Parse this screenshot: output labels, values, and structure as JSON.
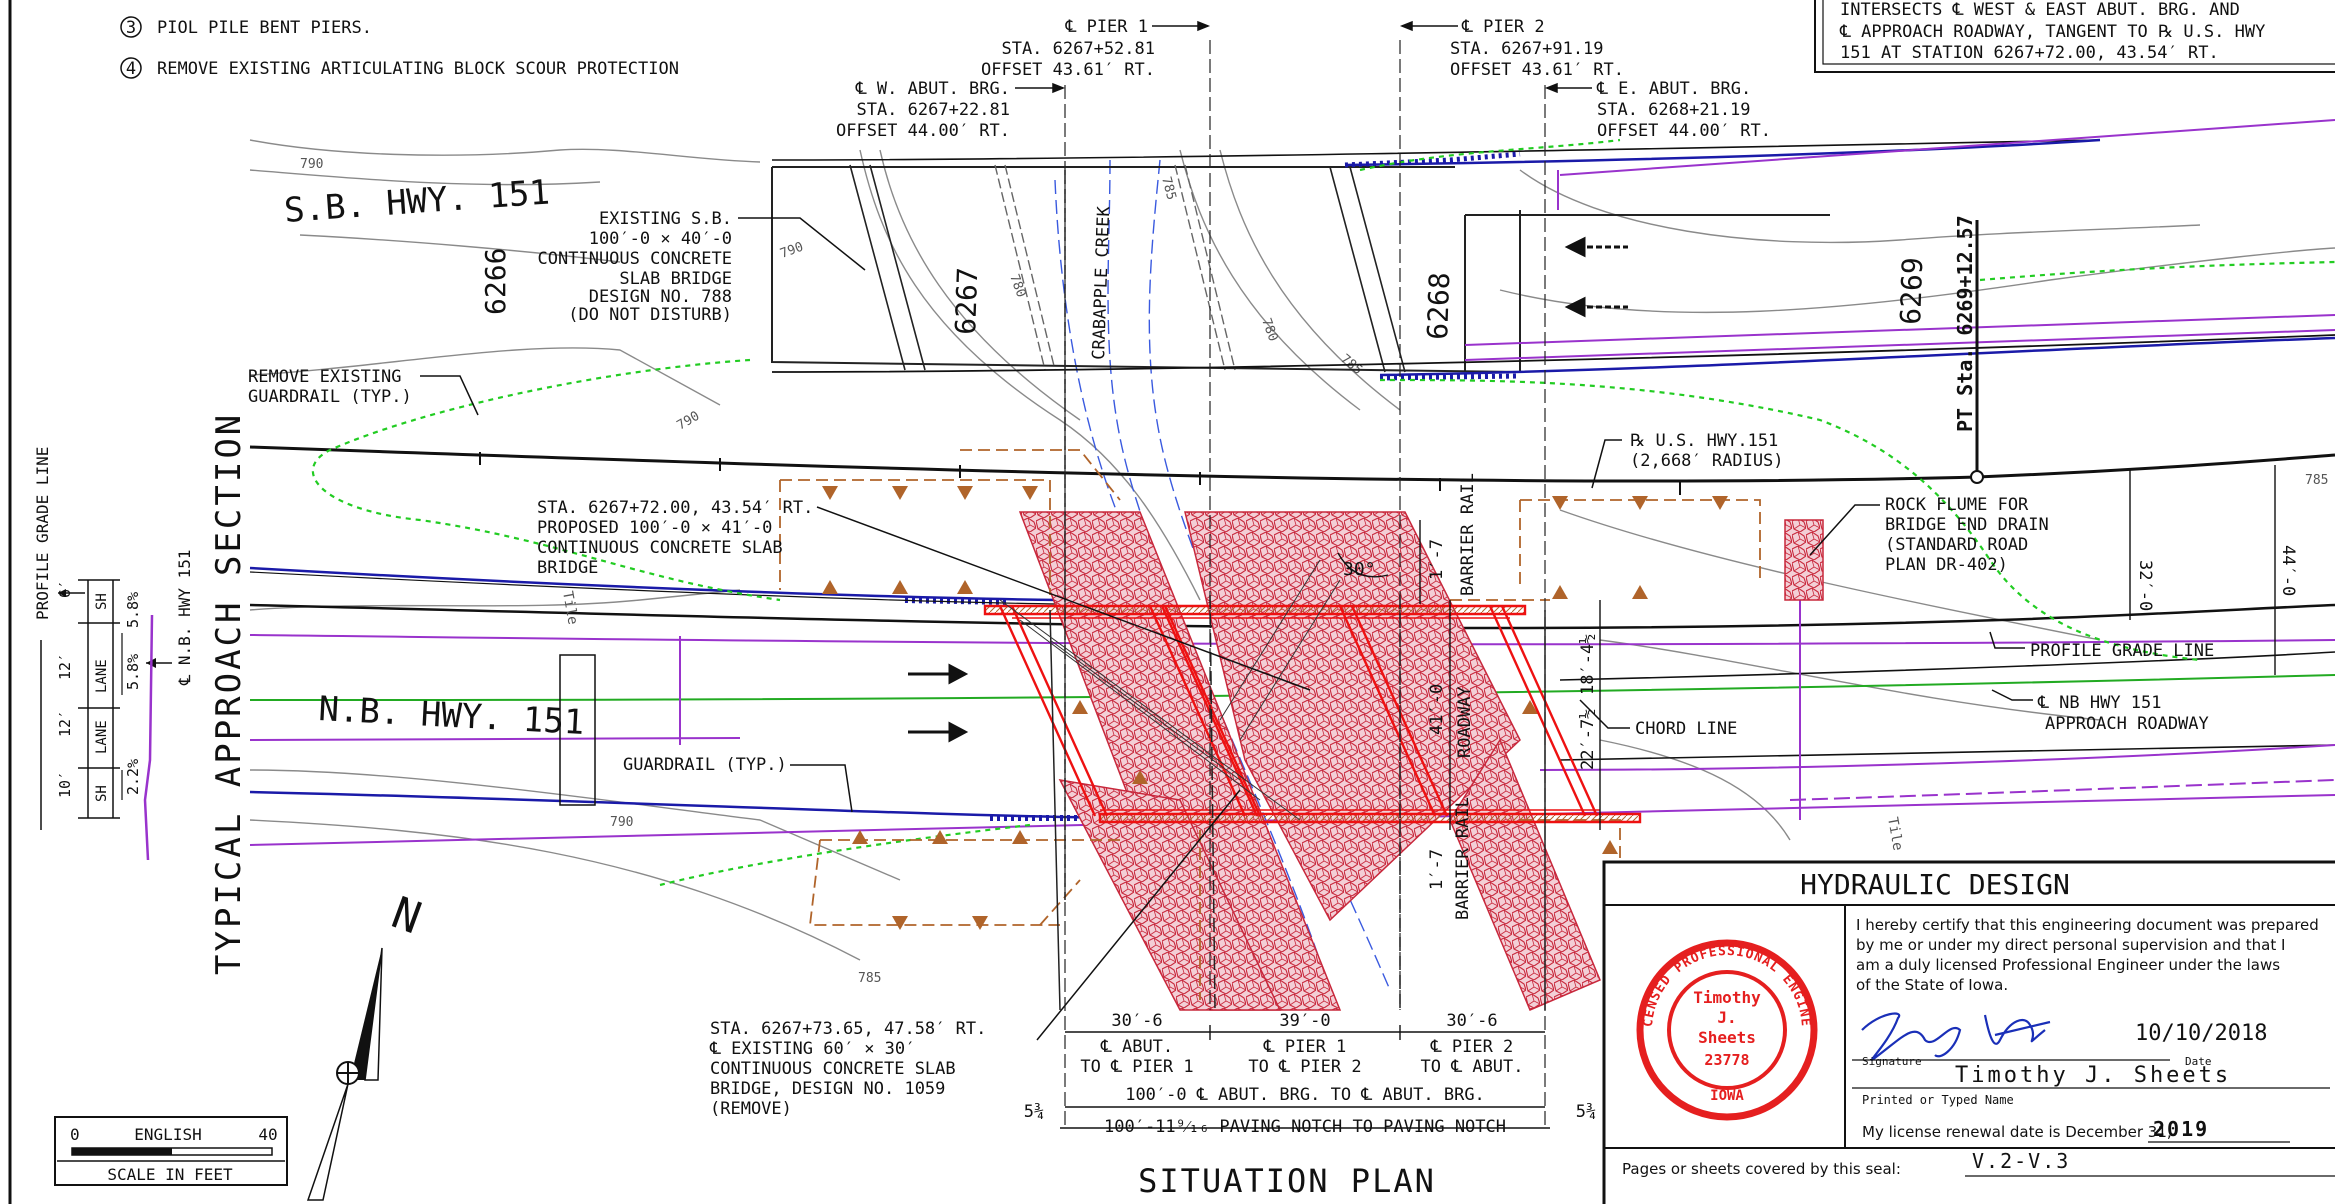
{
  "notes": [
    {
      "num": "3",
      "text": "PIOL PILE BENT PIERS."
    },
    {
      "num": "4",
      "text": "REMOVE EXISTING ARTICULATING BLOCK SCOUR PROTECTION"
    }
  ],
  "top_right_note": [
    "INTERSECTS ℄ WEST & EAST ABUT. BRG. AND",
    "℄ APPROACH ROADWAY, TANGENT TO ℞ U.S. HWY",
    "151 AT STATION 6267+72.00, 43.54′ RT."
  ],
  "callouts": {
    "pier1": [
      "℄ PIER 1",
      "STA. 6267+52.81",
      "OFFSET 43.61′ RT."
    ],
    "pier2": [
      "℄ PIER 2",
      "STA. 6267+91.19",
      "OFFSET 43.61′ RT."
    ],
    "w_abut": [
      "℄ W. ABUT. BRG.",
      "STA. 6267+22.81",
      "OFFSET 44.00′ RT."
    ],
    "e_abut": [
      "℄ E. ABUT. BRG.",
      "STA. 6268+21.19",
      "OFFSET 44.00′ RT."
    ],
    "existing_sb": [
      "EXISTING S.B.",
      "100′-0 × 40′-0",
      "CONTINUOUS CONCRETE",
      "SLAB BRIDGE",
      "DESIGN NO. 788",
      "(DO NOT DISTURB)"
    ],
    "remove_guardrail": [
      "REMOVE EXISTING",
      "GUARDRAIL (TYP.)"
    ],
    "proposed": [
      "STA. 6267+72.00, 43.54′ RT.",
      "PROPOSED 100′-0 × 41′-0",
      "CONTINUOUS CONCRETE SLAB",
      "BRIDGE"
    ],
    "guardrail": "GUARDRAIL (TYP.)",
    "existing_nb": [
      "STA. 6267+73.65, 47.58′ RT.",
      "℄ EXISTING 60′ × 30′",
      "CONTINUOUS CONCRETE SLAB",
      "BRIDGE, DESIGN NO. 1059",
      "(REMOVE)"
    ],
    "hwy_baseline": [
      "℞ U.S. HWY.151",
      "(2,668′ RADIUS)"
    ],
    "rock_flume": [
      "ROCK FLUME FOR",
      "BRIDGE END DRAIN",
      "(STANDARD ROAD",
      "PLAN DR-402)"
    ],
    "profile_grade": "PROFILE GRADE LINE",
    "nb_approach": [
      "℄ NB HWY 151",
      "APPROACH ROADWAY"
    ],
    "chord_line": "CHORD LINE"
  },
  "roads": {
    "sb": "S.B. HWY. 151",
    "nb": "N.B. HWY. 151",
    "creek": "CRABAPPLE CREEK"
  },
  "stations": [
    "6266",
    "6267",
    "6268",
    "6269"
  ],
  "pt_station": "PT Sta. 6269+12.57",
  "contours": [
    "790",
    "790",
    "790",
    "790",
    "780",
    "780",
    "785",
    "785",
    "785",
    "785",
    "790"
  ],
  "plan_labels": {
    "angle": "30°",
    "barrier_rail_top": "BARRIER RAIL",
    "barrier_rail_bot": "BARRIER RAIL",
    "roadway": "ROADWAY",
    "dim_41": "41′-0",
    "dim_1_7_top": "1′-7",
    "dim_1_7_bot": "1′-7",
    "dim_18_4": "18′-4½",
    "dim_22_7": "22′-7½",
    "dim_32": "32′-0",
    "dim_44": "44′-0",
    "tile_a": "Tile",
    "tile_b": "Tile"
  },
  "dimensions": {
    "span1": "30′-6",
    "span2": "39′-0",
    "span3": "30′-6",
    "span1_desc": [
      "℄ ABUT.",
      "TO ℄ PIER 1"
    ],
    "span2_desc": [
      "℄ PIER 1",
      "TO ℄ PIER 2"
    ],
    "span3_desc": [
      "℄ PIER 2",
      "TO ℄ ABUT."
    ],
    "total": "100′-0 ℄ ABUT. BRG. TO ℄ ABUT. BRG.",
    "paving": "100′-11⁹⁄₁₆ PAVING NOTCH TO PAVING NOTCH",
    "end_left": "5¾",
    "end_right": "5¾"
  },
  "typical_section": {
    "title": "TYPICAL APPROACH SECTION",
    "profile_grade": "PROFILE GRADE LINE",
    "nb_centerline": "℄ N.B. HWY 151",
    "widths": [
      "6′",
      "12′",
      "12′",
      "10′"
    ],
    "lanes": [
      "SH",
      "LANE",
      "LANE",
      "SH"
    ],
    "slopes": [
      "5.8%",
      "5.8%",
      "2.2%"
    ]
  },
  "north": "N",
  "scale": {
    "zero": "0",
    "units": "ENGLISH",
    "max": "40",
    "caption": "SCALE IN FEET"
  },
  "plan_title": "SITUATION PLAN",
  "hydraulic": {
    "title": "HYDRAULIC DESIGN",
    "cert_lines": [
      "I hereby certify that this engineering document was prepared",
      "by me or under my direct personal supervision and that I",
      "am a duly licensed Professional Engineer under the laws",
      "of the State of Iowa."
    ],
    "seal": {
      "ring_top": "LICENSED PROFESSIONAL ENGINEER",
      "name1": "Timothy",
      "name2": "J.",
      "name3": "Sheets",
      "number": "23778",
      "state": "IOWA"
    },
    "signature_label": "Signature",
    "date": "10/10/2018",
    "date_label": "Date",
    "printed_name": "Timothy J. Sheets",
    "printed_label": "Printed or Typed Name",
    "renewal_text": "My license renewal date is December 31,",
    "renewal_year": "2019",
    "pages_text": "Pages or sheets covered by this seal:",
    "pages": "V.2-V.3"
  },
  "colors": {
    "bridge": "#ee1111",
    "riprap": "#c8283c",
    "guardrail": "#1a1aa8",
    "grading": "#22cc22",
    "row": "#9933cc",
    "brown": "#b0642a",
    "seal": "#e51f1f"
  }
}
